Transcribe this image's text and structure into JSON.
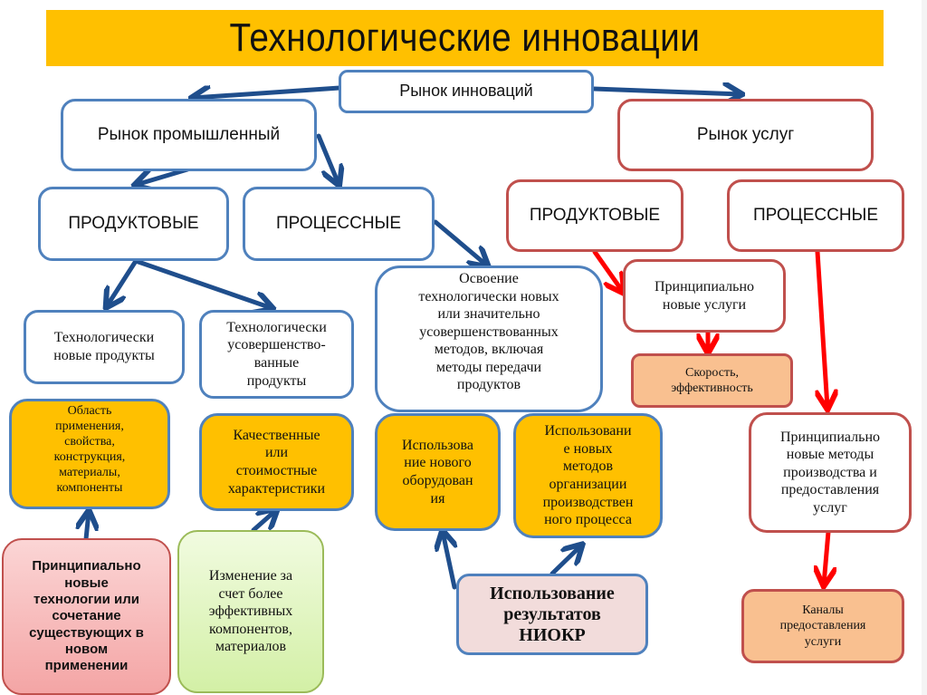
{
  "title": "Технологические инновации",
  "colors": {
    "title_bg": "#ffc000",
    "industrial_border": "#4f81bd",
    "services_border": "#c0504d",
    "industrial_arrow": "#1f4e8c",
    "services_arrow": "#ff0000",
    "yellow_box": "#ffc000",
    "peach_box": "#f9c090"
  },
  "nodes": {
    "root": "Рынок инноваций",
    "industrial_market": "Рынок промышленный",
    "services_market": "Рынок услуг",
    "industrial_product": "ПРОДУКТОВЫЕ",
    "industrial_process": "ПРОЦЕССНЫЕ",
    "services_product": "ПРОДУКТОВЫЕ",
    "services_process": "ПРОЦЕССНЫЕ",
    "tech_new_products": "Технологически\nновые продукты",
    "tech_improved_products": "Технологически\nусовершенство-\nванные\nпродукты",
    "process_mastering": "Освоение\nтехнологически новых\nили значительно\nусовершенствованных\nметодов, включая\nметоды передачи\nпродуктов",
    "new_services": "Принципиально\nновые услуги",
    "speed_efficiency": "Скорость,\nэффективность",
    "application_area": "Область\nприменения,\nсвойства,\nконструкция,\nматериалы,\nкомпоненты",
    "quality_cost": "Качественные\nили\nстоимостные\nхарактеристики",
    "new_equipment": "Использова\nние нового\nоборудован\nия",
    "new_org_methods": "Использовани\nе новых\nметодов\nорганизации\nпроизводствен\nного процесса",
    "new_service_methods": "Принципиально\nновые методы\nпроизводства и\nпредоставления\nуслуг",
    "new_technologies": "Принципиально\nновые\nтехнологии или\nсочетание\nсуществующих в\nновом\nприменении",
    "efficient_components": "Изменение за\nсчет более\nэффективных\nкомпонентов,\nматериалов",
    "rnd_results": "Использование\nрезультатов\nНИОКР",
    "service_channels": "Каналы\nпредоставления\nуслуги"
  }
}
